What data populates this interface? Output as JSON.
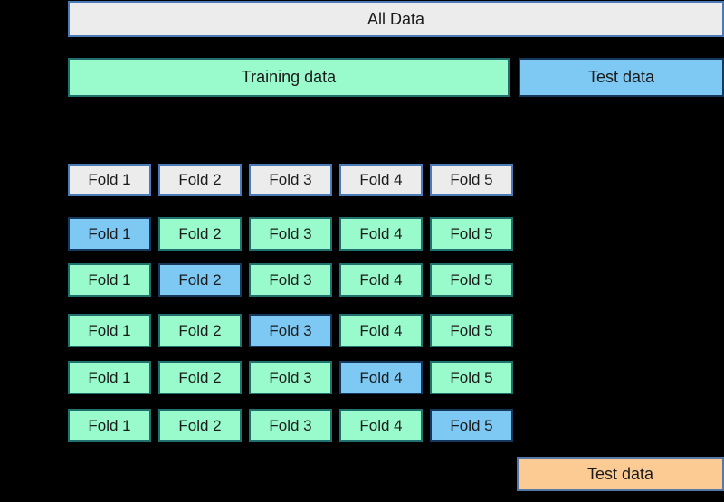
{
  "colors": {
    "background": "#000000",
    "text": "#1a1a1a",
    "gray_fill": "#ececec",
    "gray_border": "#4a7ab8",
    "green_fill": "#99fbcc",
    "green_border": "#20706e",
    "blue_fill": "#7dc9f4",
    "blue_border": "#16375e",
    "orange_fill": "#fccb94",
    "orange_border": "#5878a8"
  },
  "top": {
    "all_data_label": "All Data"
  },
  "split_row": {
    "training_label": "Training data",
    "test_label": "Test data"
  },
  "grid": {
    "header": [
      "Fold 1",
      "Fold 2",
      "Fold 3",
      "Fold 4",
      "Fold 5"
    ],
    "rows": [
      {
        "cells": [
          {
            "label": "Fold 1",
            "role": "test"
          },
          {
            "label": "Fold 2",
            "role": "train"
          },
          {
            "label": "Fold 3",
            "role": "train"
          },
          {
            "label": "Fold 4",
            "role": "train"
          },
          {
            "label": "Fold 5",
            "role": "train"
          }
        ]
      },
      {
        "cells": [
          {
            "label": "Fold 1",
            "role": "train"
          },
          {
            "label": "Fold 2",
            "role": "test"
          },
          {
            "label": "Fold 3",
            "role": "train"
          },
          {
            "label": "Fold 4",
            "role": "train"
          },
          {
            "label": "Fold 5",
            "role": "train"
          }
        ]
      },
      {
        "cells": [
          {
            "label": "Fold 1",
            "role": "train"
          },
          {
            "label": "Fold 2",
            "role": "train"
          },
          {
            "label": "Fold 3",
            "role": "test"
          },
          {
            "label": "Fold 4",
            "role": "train"
          },
          {
            "label": "Fold 5",
            "role": "train"
          }
        ]
      },
      {
        "cells": [
          {
            "label": "Fold 1",
            "role": "train"
          },
          {
            "label": "Fold 2",
            "role": "train"
          },
          {
            "label": "Fold 3",
            "role": "train"
          },
          {
            "label": "Fold 4",
            "role": "test"
          },
          {
            "label": "Fold 5",
            "role": "train"
          }
        ]
      },
      {
        "cells": [
          {
            "label": "Fold 1",
            "role": "train"
          },
          {
            "label": "Fold 2",
            "role": "train"
          },
          {
            "label": "Fold 3",
            "role": "train"
          },
          {
            "label": "Fold 4",
            "role": "train"
          },
          {
            "label": "Fold 5",
            "role": "test"
          }
        ]
      }
    ]
  },
  "bottom": {
    "test_label": "Test data"
  }
}
